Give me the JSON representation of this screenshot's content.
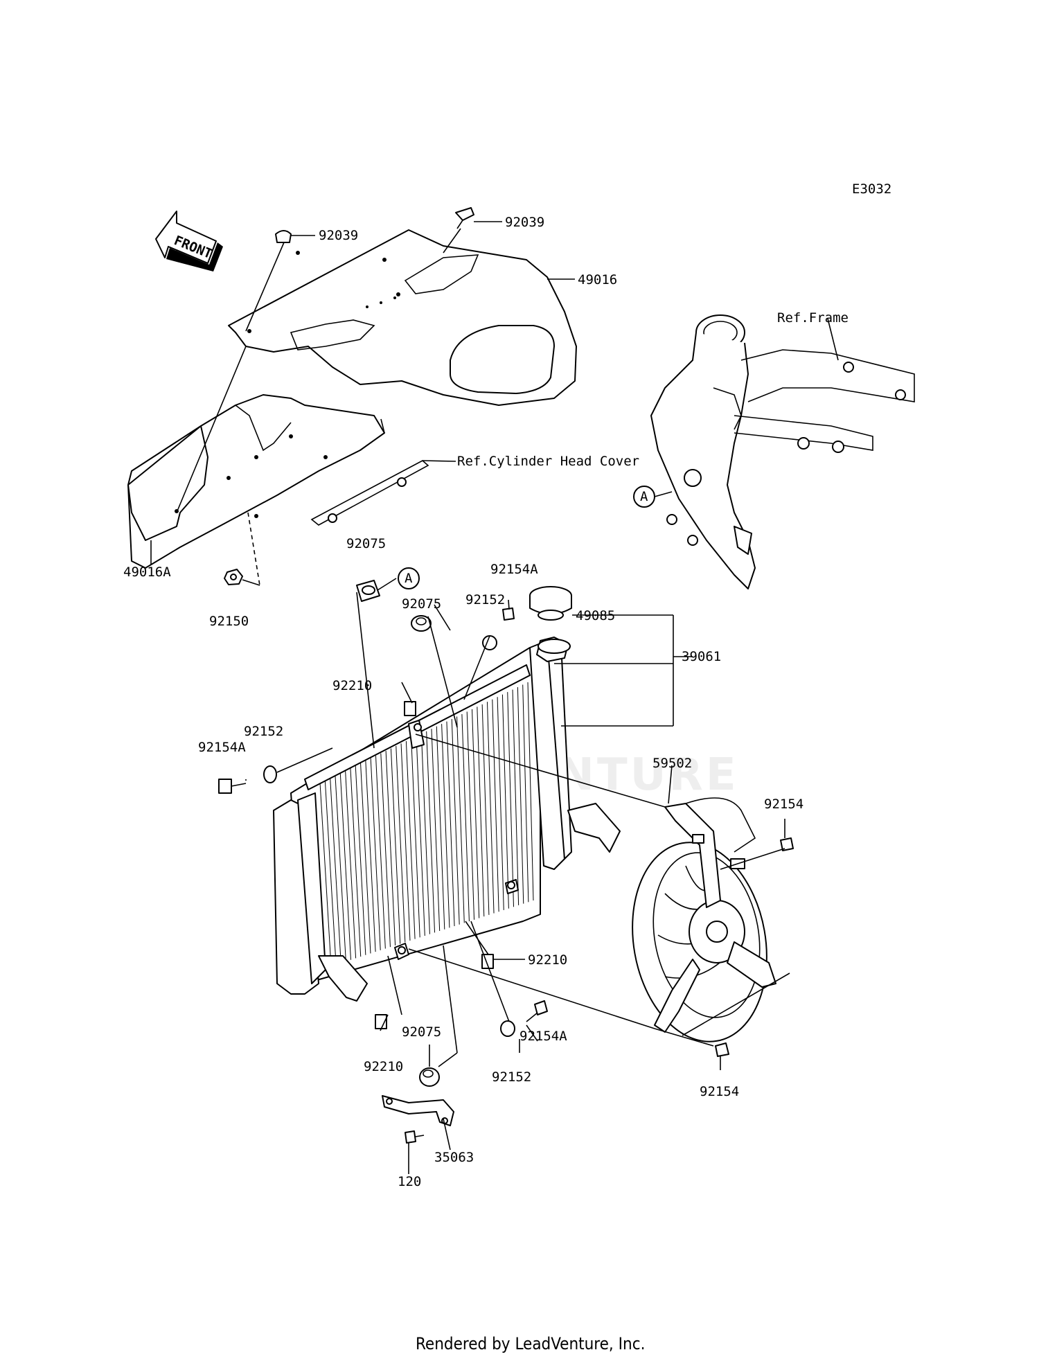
{
  "diagram": {
    "code": "E3032",
    "front_label": "FRONT",
    "watermark": "LEADVENTURE",
    "footer": "Rendered by LeadVenture, Inc.",
    "ref_labels": {
      "frame": "Ref.Frame",
      "cylinder_head_cover": "Ref.Cylinder Head Cover"
    },
    "marker_a": "A",
    "callouts": {
      "p92039_left": "92039",
      "p92039_right": "92039",
      "p49016": "49016",
      "p49016A": "49016A",
      "p92150": "92150",
      "p92075_top": "92075",
      "p92075_mid": "92075",
      "p92075_bottom": "92075",
      "p92154A_top": "92154A",
      "p92154A_left": "92154A",
      "p92154A_bottom": "92154A",
      "p92152_top": "92152",
      "p92152_left": "92152",
      "p92152_bottom": "92152",
      "p49085": "49085",
      "p39061": "39061",
      "p92210_top": "92210",
      "p92210_right": "92210",
      "p92210_bottom": "92210",
      "p59502": "59502",
      "p92154_top": "92154",
      "p92154_bottom": "92154",
      "p35063": "35063",
      "p120": "120"
    }
  }
}
